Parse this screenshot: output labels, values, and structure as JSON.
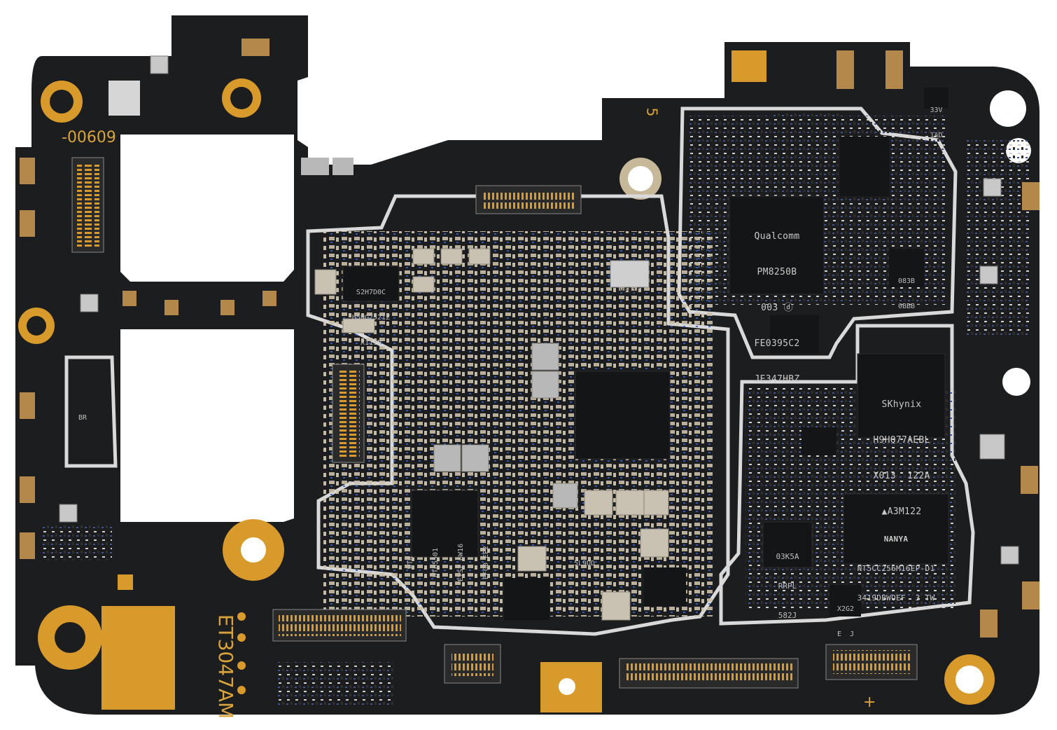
{
  "board": {
    "colors": {
      "pcb": "#1d1e1f",
      "shield_frame": "#d8d8d8",
      "gold": "#d89a2a",
      "silk_gold": "#d9a43a",
      "chip": "#151617",
      "component_light": "#c9bda7"
    },
    "silkscreen": {
      "top_left_code": "-00609",
      "board_id": "ET3047AM",
      "marker_5": "5",
      "plus_mark": "+"
    },
    "chips": {
      "pmic": {
        "line1": "Qualcomm",
        "line2": "PM8250B",
        "line3": "003 ⓓ",
        "line4": "FE0395C2",
        "line5": "JE347HBZ"
      },
      "flash": {
        "line1": "SKhynix",
        "line2": "H9HQ77AEBL",
        "line3": "X013  122A",
        "line4": "▲A3M122"
      },
      "dram": {
        "line1": "NANYA",
        "line2": "NT5CC256M16EP-D1",
        "line3": "3419DBWOEF  3 TW"
      },
      "memory_small": {
        "line1": "S2H7D0C",
        "line2": "H5NG2521Z",
        "line3": "X111N"
      },
      "wtk": {
        "line1": "WTK",
        "line2": "UT65501",
        "line3": "EYS2 GW16",
        "line4": "EFG0 EP2"
      },
      "crystal": {
        "line1": "H261C"
      },
      "sensor": {
        "line1": "03K5A",
        "line2": "RRPL",
        "line3": "582J"
      },
      "regulator": {
        "line1": "33V",
        "line2": "1AD"
      },
      "misc_a": {
        "line1": "083B",
        "line2": "0BBB"
      },
      "misc_b": {
        "line1": "X2G2",
        "line2": "E  J"
      },
      "misc_c": {
        "line1": "5L9UD"
      },
      "misc_d": {
        "line1": "BR"
      }
    }
  }
}
